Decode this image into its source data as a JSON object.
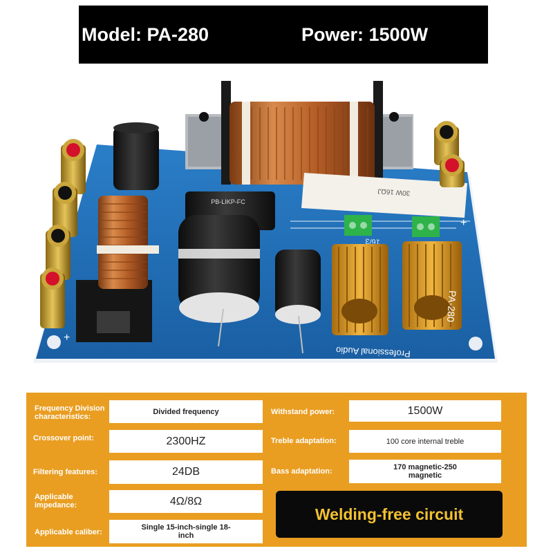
{
  "banner": {
    "model": "Model: PA-280",
    "power": "Power: 1500W"
  },
  "board": {
    "model_print": "PA-280",
    "brand_print": "Professional Audio",
    "resistor_print": "30W 16ΩJ",
    "cap_print": "PB-LIKP-FC",
    "pad_print": "16/3",
    "plus_mark": "+"
  },
  "specs": {
    "freq_div_label": "Frequency Division characteristics:",
    "freq_div_value": "Divided frequency",
    "withstand_label": "Withstand power:",
    "withstand_value": "1500W",
    "crossover_label": "Crossover point:",
    "crossover_value": "2300HZ",
    "treble_label": "Treble adaptation:",
    "treble_value": "100 core internal treble",
    "filtering_label": "Filtering features:",
    "filtering_value": "24DB",
    "bass_label": "Bass adaptation:",
    "bass_value": "170 magnetic-250 magnetic",
    "impedance_label": "Applicable impedance:",
    "impedance_value": "4Ω/8Ω",
    "caliber_label": "Applicable caliber:",
    "caliber_value": "Single 15-inch-single 18-inch"
  },
  "callout": "Welding-free circuit",
  "colors": {
    "panel": "#e99e22",
    "board": "#1f6fb8",
    "callout_text": "#f3c130",
    "banner": "#000000"
  }
}
